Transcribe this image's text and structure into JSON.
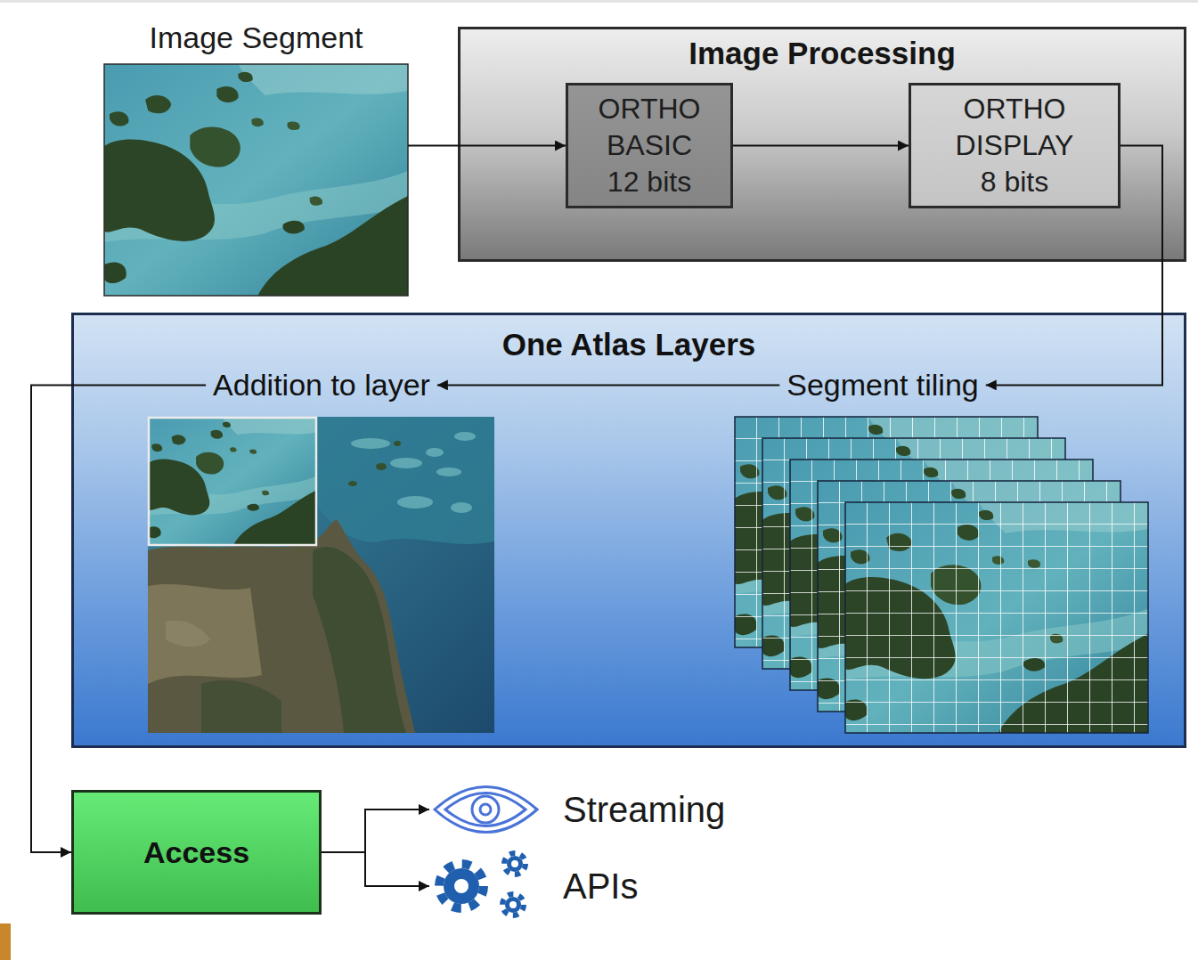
{
  "diagram": {
    "nodes": [
      {
        "text": [
          "Image Segment"
        ]
      },
      {
        "text": [
          "Image Processing"
        ]
      },
      {
        "text": [
          "ORTHO BASIC 12 bits"
        ],
        "in": 1
      },
      {
        "text": [
          "ORTHO DISPLAY 8 bits"
        ],
        "in": 1
      },
      {
        "text": [
          "One Atlas Layers"
        ]
      },
      {
        "text": [
          "Addition to layer"
        ],
        "in": 4
      },
      {
        "text": [
          "Segment tiling"
        ],
        "in": 4
      },
      {
        "text": [
          "Access"
        ]
      },
      {
        "text": [
          "Streaming"
        ]
      },
      {
        "text": [
          "APIs"
        ]
      }
    ],
    "edges": [
      {
        "from": 0,
        "to": 2,
        "arrow": "to"
      },
      {
        "from": 2,
        "to": 3,
        "arrow": "to"
      },
      {
        "from": 3,
        "to": 6,
        "arrow": "to"
      },
      {
        "from": 6,
        "to": 5,
        "arrow": "to"
      },
      {
        "from": 5,
        "to": 7,
        "arrow": "to"
      },
      {
        "from": 7,
        "to": 8,
        "arrow": "to"
      },
      {
        "from": 7,
        "to": 9,
        "arrow": "to"
      }
    ]
  }
}
